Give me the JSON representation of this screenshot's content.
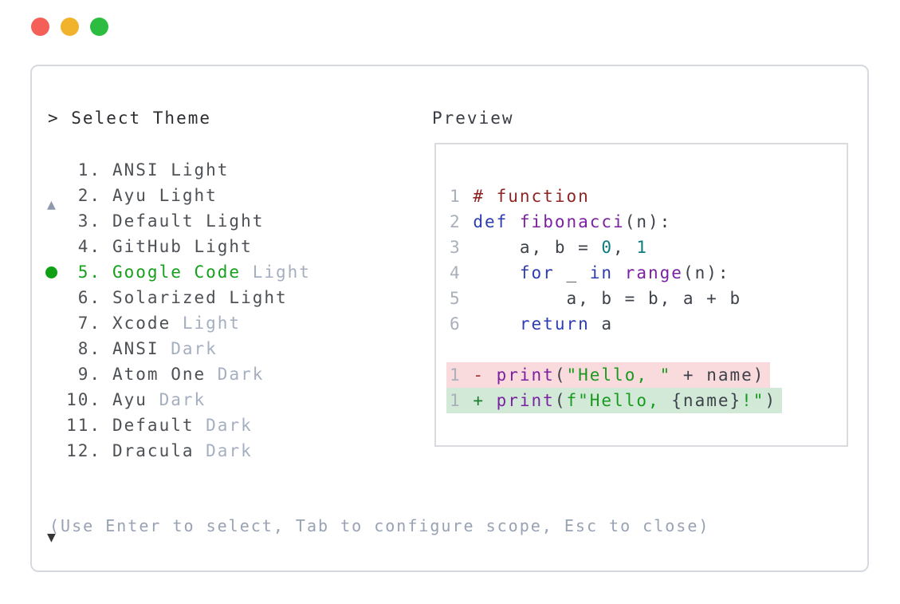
{
  "window": {
    "controls": [
      {
        "name": "close",
        "color": "#f45f57"
      },
      {
        "name": "minimize",
        "color": "#f2b32c"
      },
      {
        "name": "zoom",
        "color": "#2cbd40"
      }
    ]
  },
  "picker": {
    "title": "> Select Theme",
    "scroll_up_symbol": "▲",
    "scroll_down_symbol": "▼",
    "items": [
      {
        "num": "1.",
        "selected": false,
        "parts": [
          {
            "t": "ANSI Light",
            "c": "normal"
          }
        ]
      },
      {
        "num": "2.",
        "selected": false,
        "parts": [
          {
            "t": "Ayu Light",
            "c": "normal"
          }
        ]
      },
      {
        "num": "3.",
        "selected": false,
        "parts": [
          {
            "t": "Default Light",
            "c": "normal"
          }
        ]
      },
      {
        "num": "4.",
        "selected": false,
        "parts": [
          {
            "t": "GitHub Light",
            "c": "normal"
          }
        ]
      },
      {
        "num": "5.",
        "selected": true,
        "parts": [
          {
            "t": "Google Code",
            "c": "selected"
          },
          {
            "t": " Light",
            "c": "dim"
          }
        ]
      },
      {
        "num": "6.",
        "selected": false,
        "parts": [
          {
            "t": "Solarized Light",
            "c": "normal"
          }
        ]
      },
      {
        "num": "7.",
        "selected": false,
        "parts": [
          {
            "t": "Xcode",
            "c": "normal"
          },
          {
            "t": " Light",
            "c": "dim"
          }
        ]
      },
      {
        "num": "8.",
        "selected": false,
        "parts": [
          {
            "t": "ANSI",
            "c": "normal"
          },
          {
            "t": " Dark",
            "c": "dim"
          }
        ]
      },
      {
        "num": "9.",
        "selected": false,
        "parts": [
          {
            "t": "Atom One",
            "c": "normal"
          },
          {
            "t": " Dark",
            "c": "dim"
          }
        ]
      },
      {
        "num": "10.",
        "selected": false,
        "parts": [
          {
            "t": "Ayu",
            "c": "normal"
          },
          {
            "t": " Dark",
            "c": "dim"
          }
        ]
      },
      {
        "num": "11.",
        "selected": false,
        "parts": [
          {
            "t": "Default",
            "c": "normal"
          },
          {
            "t": " Dark",
            "c": "dim"
          }
        ]
      },
      {
        "num": "12.",
        "selected": false,
        "parts": [
          {
            "t": "Dracula",
            "c": "normal"
          },
          {
            "t": " Dark",
            "c": "dim"
          }
        ]
      }
    ],
    "help_text": "(Use Enter to select, Tab to configure scope, Esc to close)"
  },
  "preview": {
    "title": "Preview",
    "lines": [
      {
        "num": "1",
        "bg": null,
        "tokens": [
          {
            "t": "# function",
            "c": "com"
          }
        ]
      },
      {
        "num": "2",
        "bg": null,
        "tokens": [
          {
            "t": "def",
            "c": "kwd"
          },
          {
            "t": " ",
            "c": "pln"
          },
          {
            "t": "fibonacci",
            "c": "typ"
          },
          {
            "t": "(n):",
            "c": "pln"
          }
        ]
      },
      {
        "num": "3",
        "bg": null,
        "tokens": [
          {
            "t": "    a, b = ",
            "c": "pln"
          },
          {
            "t": "0",
            "c": "lit"
          },
          {
            "t": ", ",
            "c": "pln"
          },
          {
            "t": "1",
            "c": "lit"
          }
        ]
      },
      {
        "num": "4",
        "bg": null,
        "tokens": [
          {
            "t": "    ",
            "c": "pln"
          },
          {
            "t": "for",
            "c": "kwd"
          },
          {
            "t": " _ ",
            "c": "pln"
          },
          {
            "t": "in",
            "c": "kwd"
          },
          {
            "t": " ",
            "c": "pln"
          },
          {
            "t": "range",
            "c": "typ"
          },
          {
            "t": "(n):",
            "c": "pln"
          }
        ]
      },
      {
        "num": "5",
        "bg": null,
        "tokens": [
          {
            "t": "        a, b = b, a + b",
            "c": "pln"
          }
        ]
      },
      {
        "num": "6",
        "bg": null,
        "tokens": [
          {
            "t": "    ",
            "c": "pln"
          },
          {
            "t": "return",
            "c": "kwd"
          },
          {
            "t": " a",
            "c": "pln"
          }
        ]
      },
      {
        "num": "",
        "bg": null,
        "tokens": []
      },
      {
        "num": "1",
        "bg": "removed",
        "tokens": [
          {
            "t": "- ",
            "c": "sign-rem"
          },
          {
            "t": "print",
            "c": "typ"
          },
          {
            "t": "(",
            "c": "pln"
          },
          {
            "t": "\"Hello, \"",
            "c": "str"
          },
          {
            "t": " + name)",
            "c": "pln"
          }
        ]
      },
      {
        "num": "1",
        "bg": "added",
        "tokens": [
          {
            "t": "+ ",
            "c": "sign-add"
          },
          {
            "t": "print",
            "c": "typ"
          },
          {
            "t": "(",
            "c": "pln"
          },
          {
            "t": "f\"Hello, ",
            "c": "str"
          },
          {
            "t": "{name}",
            "c": "pln"
          },
          {
            "t": "!\"",
            "c": "str"
          },
          {
            "t": ")",
            "c": "pln"
          }
        ]
      }
    ]
  },
  "colors": {
    "selected_green": "#16a01c",
    "selected_dot": "#10a015",
    "dim_text": "#a6afc0",
    "help_text": "#98a2b3",
    "list_text": "#4d5156",
    "panel_border": "#d6d9df",
    "code_plain": "#3d424a",
    "code_comment": "#8e2525",
    "code_keyword": "#2e3cb2",
    "code_funcname": "#7b21a2",
    "code_literal": "#0c7b80",
    "code_string": "#189a1f",
    "code_linenum": "#a9b0ba",
    "diff_removed_bg": "#fadbdd",
    "diff_added_bg": "#d3e9d8",
    "traffic_red": "#f45f57",
    "traffic_yellow": "#f2b32c",
    "traffic_green": "#2cbd40"
  }
}
